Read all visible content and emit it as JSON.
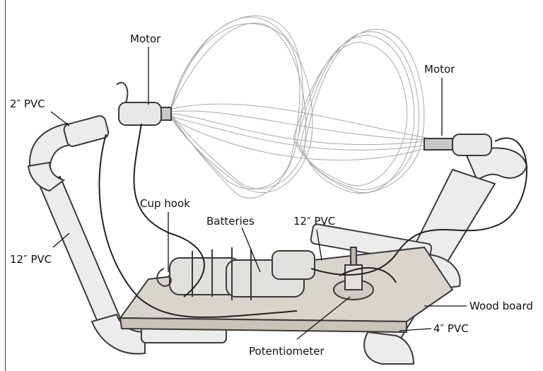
{
  "labels": {
    "motor_left": "Motor",
    "motor_right": "Motor",
    "pvc_2in": "2″ PVC",
    "pvc_12in_left": "12″ PVC",
    "pvc_12in_center": "12″ PVC",
    "cup_hook": "Cup hook",
    "batteries": "Batteries",
    "wood_board": "Wood board",
    "pvc_4in": "4″ PVC",
    "potentiometer": "Potentiometer"
  },
  "colors": {
    "pencil": "#3a3a3a",
    "pvc_fill": "#ececec",
    "wood_fill": "#d9d4cc",
    "battery_fill": "#e2e0dc",
    "string": "#a8a8a8"
  }
}
